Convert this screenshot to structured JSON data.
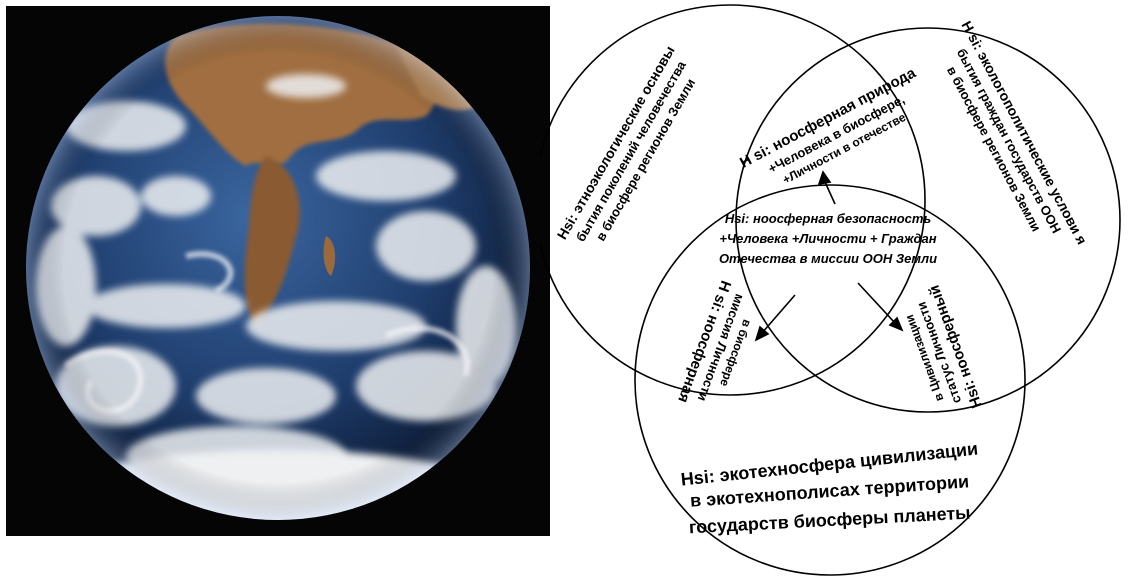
{
  "diagram": {
    "circles": {
      "left": {
        "label": "Hsi: этноэкологические основы",
        "line2": "бытия поколений человечества",
        "line3": "в биосфере регионов Земли"
      },
      "top": {
        "label": "H si: ноосферная природа",
        "line2": "+Человека в биосфере,",
        "line3": "+Личности в отечестве"
      },
      "right": {
        "label": "H si: эколого­политические услови я",
        "line2": "бытия граждан государств ООН",
        "line3": "в биосфере регионов Земли"
      },
      "center": {
        "line1": "Hsi: ноосферная безопасность",
        "line2": "+Человека +Личности + Граждан",
        "line3": "Отечества в миссии ООН Земли"
      },
      "lower_left": {
        "line1": "H si: ноосферная",
        "line2": "миссия Личности",
        "line3": "в биосфере"
      },
      "lower_right": {
        "line1": "Hsi: ноосферный",
        "line2": "статус Личности",
        "line3": "в Цивилизации"
      },
      "bottom": {
        "line1": "Hsi: экотехносфера цивилизации",
        "line2": "в экотехнополисах территории",
        "line3": "государств биосферы планеты"
      }
    },
    "colors": {
      "stroke": "#000000",
      "background": "#ffffff"
    }
  },
  "photo": {
    "subject": "earth-globe",
    "colors": {
      "space": "#050505",
      "ocean": "#1f3e6e",
      "land": "#9a6a3c",
      "cloud": "#eef0f2"
    }
  }
}
